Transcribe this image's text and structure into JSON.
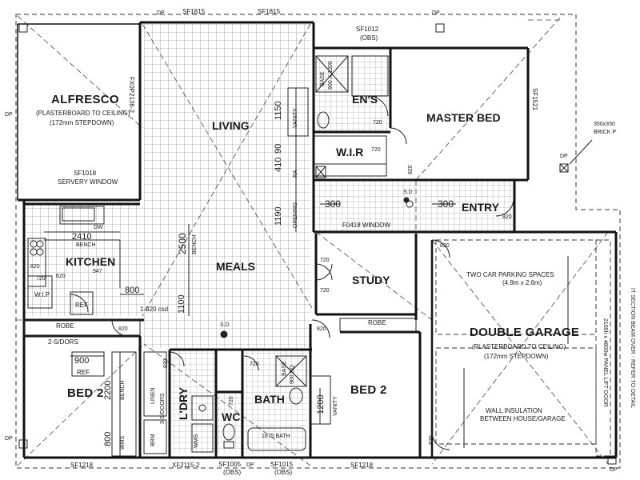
{
  "rooms": {
    "alfresco": "ALFRESCO",
    "alfresco_note": "(PLASTERBOARD TO CEILING)",
    "alfresco_note2": "(172mm STEPDOWN)",
    "living": "LIVING",
    "meals": "MEALS",
    "kitchen": "KITCHEN",
    "wip": "W.I.P",
    "ref_kitchen": "REF",
    "ens": "EN'S",
    "wir": "W.I.R",
    "master_bed": "MASTER BED",
    "entry": "ENTRY",
    "study": "STUDY",
    "double_garage": "DOUBLE GARAGE",
    "garage_note": "(PLASTERBOARD TO CEILING)",
    "garage_note2": "(172mm STEPDOWN)",
    "parking": "TWO CAR PARKING SPACES",
    "parking2": "(4.9m x 2.6m)",
    "bed2_left": "BED 2",
    "bed2_right": "BED 2",
    "ldry": "L'DRY",
    "bath": "BATH",
    "wc": "WC",
    "robe_left": "ROBE",
    "robe_right": "ROBE",
    "ref_bed": "REF"
  },
  "windows": {
    "top1": "SF1815",
    "top2": "SF1815",
    "top3": "SF1012",
    "top3b": "(OBS)",
    "right": "SF1521",
    "left_alfresco": "FX0P2136-2",
    "servery": "SF1018",
    "servery2": "SERVERY WINDOW",
    "f0418": "F0418 WINDOW",
    "bot1": "SF1218",
    "bot2": "XF2115-2",
    "bot3": "SF1005",
    "bot3b": "(OBS)",
    "bot4": "SF1015",
    "bot4b": "(OBS)",
    "bot5": "SF1218"
  },
  "dims": {
    "d1150": "1150",
    "vanity_ens": "VANITY",
    "d410": "410",
    "d90": "90",
    "ra": "RA",
    "d1190": "1190",
    "opening": "OPENING",
    "d300a": "300",
    "d300b": "300",
    "d2500": "2500",
    "bench_meals": "BENCH",
    "d1100": "1100",
    "d2410": "2410",
    "dw": "DW",
    "bench_k": "BENCH",
    "d620": "620",
    "d947": "947",
    "d800a": "800",
    "d1920": "1-920 csd",
    "d900": "900",
    "d2200": "2200",
    "bench_bed": "BENCH",
    "d800b": "800",
    "wms1": "WMS",
    "brm": "BRM",
    "linen": "LINEN",
    "sdoors3": "3-S/DOORS",
    "sdoors2": "2-S/DORS",
    "wms2": "WMS",
    "d1200": "1200",
    "vanity_bath": "VANITY",
    "base": "BASE",
    "base_size": "900 SQ",
    "base_ens": "BASE",
    "base_ens_size": "900 X 1200",
    "bath675": "1675 BATH",
    "door720a": "720",
    "door720b": "720",
    "door720c": "720",
    "door720d": "720",
    "door720e": "720",
    "door720f": "720",
    "door720g": "720",
    "door820a": "820",
    "door820b": "820",
    "door820c": "820",
    "door820d": "820",
    "door820e": "820",
    "door820f": "820",
    "door820g": "820",
    "door820h": "820"
  },
  "notes": {
    "dp": "DP",
    "sd": "S.D",
    "brick": "350x350",
    "brick2": "BRICK P",
    "panel_door": "2100h x 4800w PANEL LIFT DOOR",
    "section": "IT SECTION BEAM OVER - REFER TO DETAIL",
    "wall_ins": "WALL INSULATION",
    "wall_ins2": "BETWEEN HOUSE/GARAGE"
  }
}
